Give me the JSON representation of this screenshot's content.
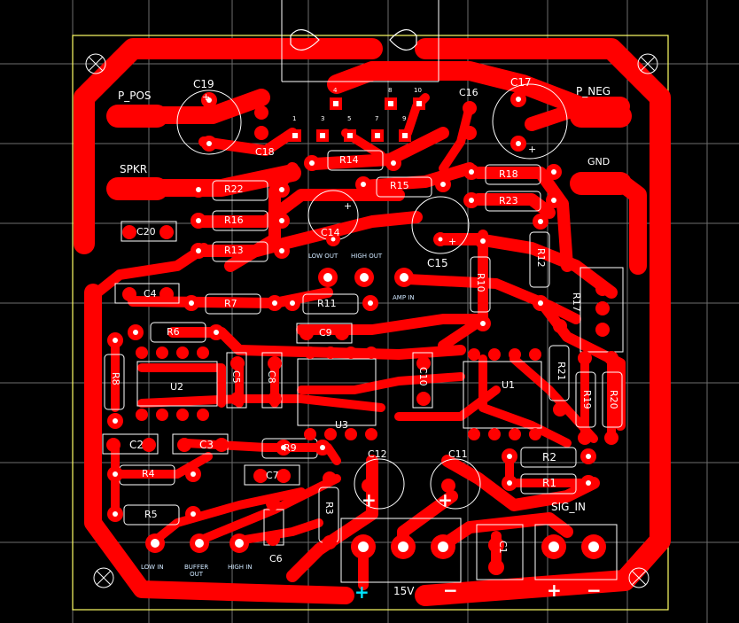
{
  "board": {
    "colors": {
      "background": "#000000",
      "copper": "#ff0000",
      "silk": "#ffffff",
      "outline": "#ffff66",
      "grid": "#8a8a8a",
      "pad_hole": "#ffffff"
    },
    "labels": [
      {
        "id": "p_pos",
        "text": "P_POS"
      },
      {
        "id": "p_neg",
        "text": "P_NEG"
      },
      {
        "id": "gnd",
        "text": "GND"
      },
      {
        "id": "spkr",
        "text": "SPKR"
      },
      {
        "id": "c19",
        "text": "C19"
      },
      {
        "id": "c17",
        "text": "C17"
      },
      {
        "id": "c16",
        "text": "C16"
      },
      {
        "id": "c18",
        "text": "C18"
      },
      {
        "id": "c20",
        "text": "C20"
      },
      {
        "id": "c14",
        "text": "C14"
      },
      {
        "id": "c15",
        "text": "C15"
      },
      {
        "id": "r14",
        "text": "R14"
      },
      {
        "id": "r15",
        "text": "R15"
      },
      {
        "id": "r18",
        "text": "R18"
      },
      {
        "id": "r23",
        "text": "R23"
      },
      {
        "id": "r22",
        "text": "R22"
      },
      {
        "id": "r16",
        "text": "R16"
      },
      {
        "id": "r13",
        "text": "R13"
      },
      {
        "id": "r12",
        "text": "R12"
      },
      {
        "id": "r10",
        "text": "R10"
      },
      {
        "id": "r17",
        "text": "R17"
      },
      {
        "id": "r7",
        "text": "R7"
      },
      {
        "id": "r11",
        "text": "R11"
      },
      {
        "id": "r6",
        "text": "R6"
      },
      {
        "id": "r8",
        "text": "R8"
      },
      {
        "id": "r21",
        "text": "R21"
      },
      {
        "id": "r19",
        "text": "R19"
      },
      {
        "id": "r20",
        "text": "R20"
      },
      {
        "id": "r9",
        "text": "R9"
      },
      {
        "id": "r4",
        "text": "R4"
      },
      {
        "id": "r5",
        "text": "R5"
      },
      {
        "id": "r3",
        "text": "R3"
      },
      {
        "id": "r2",
        "text": "R2"
      },
      {
        "id": "r1",
        "text": "R1"
      },
      {
        "id": "c4",
        "text": "C4"
      },
      {
        "id": "c5",
        "text": "C5"
      },
      {
        "id": "c8",
        "text": "C8"
      },
      {
        "id": "c9",
        "text": "C9"
      },
      {
        "id": "c10",
        "text": "C10"
      },
      {
        "id": "c2",
        "text": "C2"
      },
      {
        "id": "c3",
        "text": "C3"
      },
      {
        "id": "c7",
        "text": "C7"
      },
      {
        "id": "c6",
        "text": "C6"
      },
      {
        "id": "c12",
        "text": "C12"
      },
      {
        "id": "c11",
        "text": "C11"
      },
      {
        "id": "c1",
        "text": "C1"
      },
      {
        "id": "u1",
        "text": "U1"
      },
      {
        "id": "u2",
        "text": "U2"
      },
      {
        "id": "u3",
        "text": "U3"
      },
      {
        "id": "sig_in",
        "text": "SIG_IN"
      },
      {
        "id": "v15",
        "text": "15V"
      },
      {
        "id": "low_out",
        "text": "LOW OUT"
      },
      {
        "id": "high_out",
        "text": "HIGH OUT"
      },
      {
        "id": "amp_in",
        "text": "AMP IN"
      },
      {
        "id": "low_in",
        "text": "LOW IN"
      },
      {
        "id": "buffer_out",
        "text": "BUFFER\nOUT"
      },
      {
        "id": "high_in",
        "text": "HIGH IN"
      },
      {
        "id": "plus_left",
        "text": "+"
      },
      {
        "id": "minus_left",
        "text": "−"
      },
      {
        "id": "plus_right",
        "text": "+"
      },
      {
        "id": "minus_right",
        "text": "−"
      },
      {
        "id": "plus_c12",
        "text": "+"
      },
      {
        "id": "plus_c11",
        "text": "+"
      },
      {
        "id": "plus_c15",
        "text": "+"
      },
      {
        "id": "plus_c14",
        "text": "+"
      },
      {
        "id": "plus_c17",
        "text": "+"
      },
      {
        "id": "plus_c19",
        "text": "+"
      },
      {
        "id": "pin1",
        "text": "1"
      },
      {
        "id": "pin3",
        "text": "3"
      },
      {
        "id": "pin4",
        "text": "4"
      },
      {
        "id": "pin5",
        "text": "5"
      },
      {
        "id": "pin7",
        "text": "7"
      },
      {
        "id": "pin8",
        "text": "8"
      },
      {
        "id": "pin9",
        "text": "9"
      },
      {
        "id": "pin10",
        "text": "10"
      }
    ]
  }
}
